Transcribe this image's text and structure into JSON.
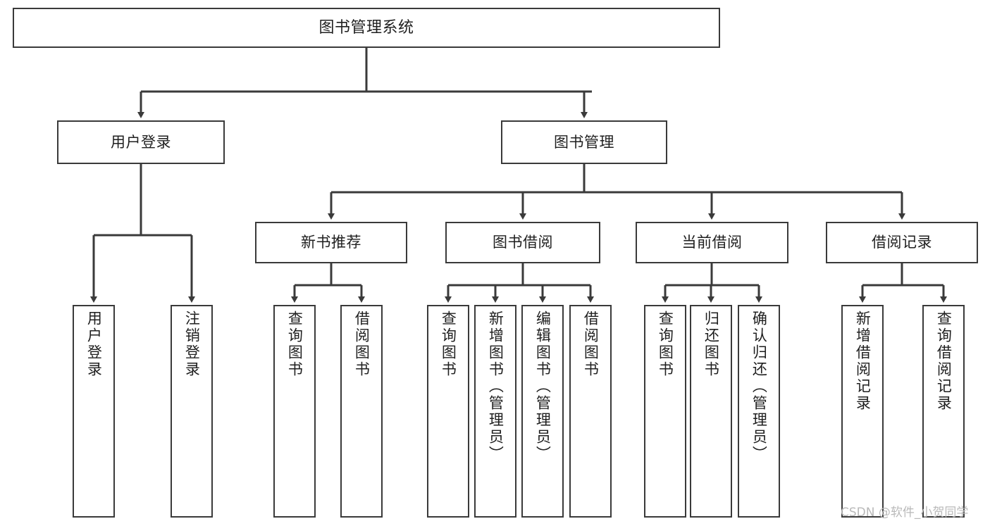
{
  "diagram": {
    "title": "图书管理系统",
    "type": "hierarchy-tree",
    "root": {
      "id": "root",
      "label": "图书管理系统"
    },
    "level1": [
      {
        "id": "n-user-login",
        "label": "用户登录"
      },
      {
        "id": "n-book-mgmt",
        "label": "图书管理"
      }
    ],
    "level2": [
      {
        "id": "n-new-book-rec",
        "label": "新书推荐",
        "parent": "n-book-mgmt"
      },
      {
        "id": "n-book-borrow",
        "label": "图书借阅",
        "parent": "n-book-mgmt"
      },
      {
        "id": "n-current-borrow",
        "label": "当前借阅",
        "parent": "n-book-mgmt"
      },
      {
        "id": "n-borrow-record",
        "label": "借阅记录",
        "parent": "n-book-mgmt"
      }
    ],
    "leaves": [
      {
        "id": "leaf-user-login",
        "label": "用户登录",
        "parent": "n-user-login"
      },
      {
        "id": "leaf-logout",
        "label": "注销登录",
        "parent": "n-user-login"
      },
      {
        "id": "leaf-query-book-1",
        "label": "查询图书",
        "parent": "n-new-book-rec"
      },
      {
        "id": "leaf-borrow-book-1",
        "label": "借阅图书",
        "parent": "n-new-book-rec"
      },
      {
        "id": "leaf-query-book-2",
        "label": "查询图书",
        "parent": "n-book-borrow"
      },
      {
        "id": "leaf-add-book",
        "label": "新增图书（管理员）",
        "parent": "n-book-borrow"
      },
      {
        "id": "leaf-edit-book",
        "label": "编辑图书（管理员）",
        "parent": "n-book-borrow"
      },
      {
        "id": "leaf-borrow-book-2",
        "label": "借阅图书",
        "parent": "n-book-borrow"
      },
      {
        "id": "leaf-query-book-3",
        "label": "查询图书",
        "parent": "n-current-borrow"
      },
      {
        "id": "leaf-return-book",
        "label": "归还图书",
        "parent": "n-current-borrow"
      },
      {
        "id": "leaf-confirm-return",
        "label": "确认归还（管理员）",
        "parent": "n-current-borrow"
      },
      {
        "id": "leaf-add-record",
        "label": "新增借阅记录",
        "parent": "n-borrow-record"
      },
      {
        "id": "leaf-query-record",
        "label": "查询借阅记录",
        "parent": "n-borrow-record"
      }
    ],
    "watermark": "CSDN @软件_小贺同学",
    "colors": {
      "stroke": "#3a3a3a",
      "fill": "#ffffff",
      "text": "#1f1f1f",
      "watermark": "#b9b9b9"
    }
  }
}
